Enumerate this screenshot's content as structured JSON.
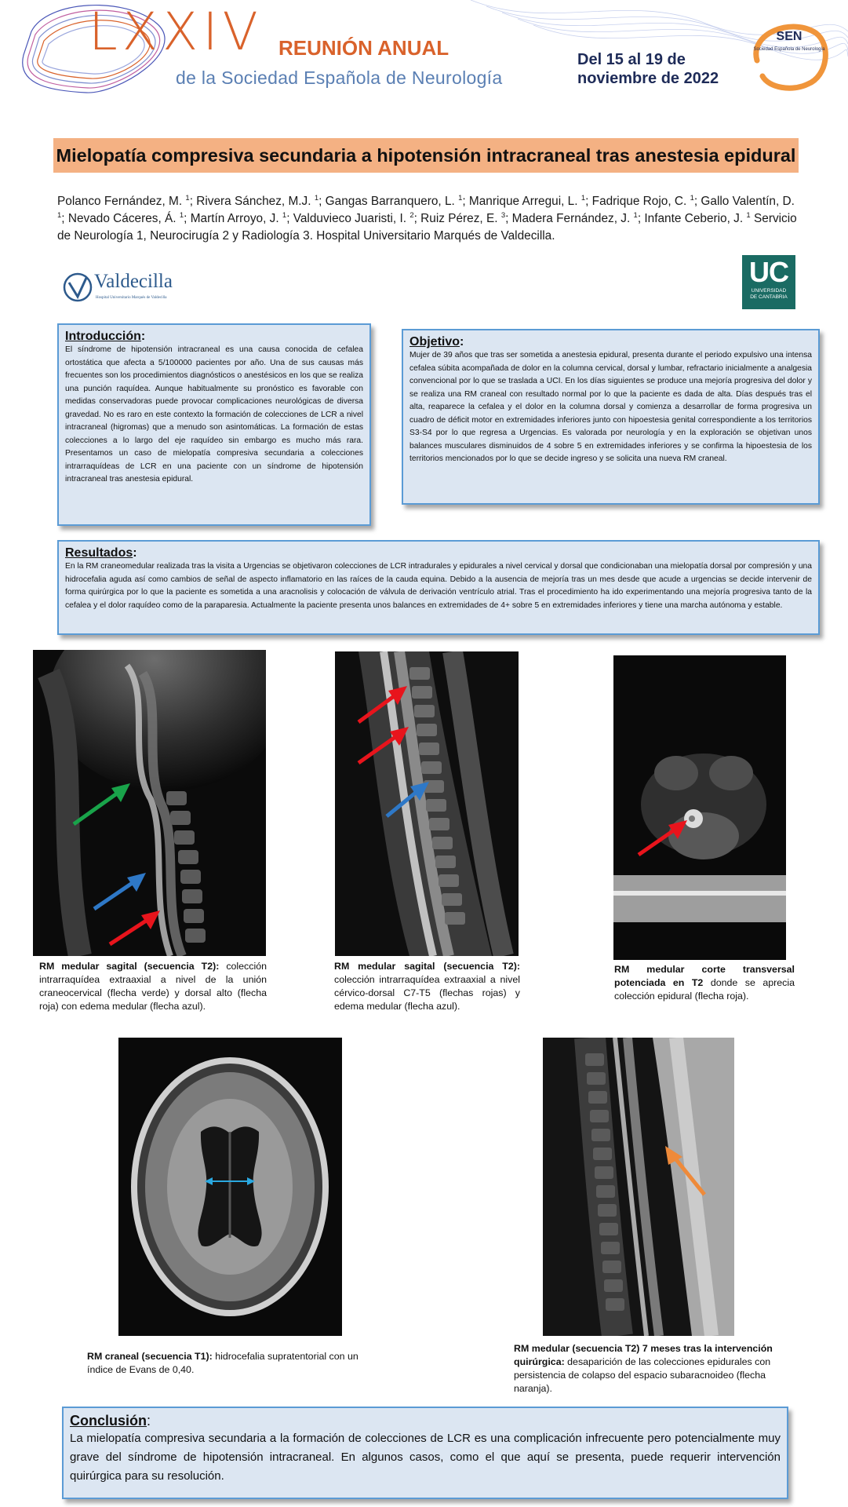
{
  "header": {
    "numeral": "LXXIV",
    "meeting": "REUNIÓN ANUAL",
    "society": "de la Sociedad Española de Neurología",
    "dates_line1": "Del 15 al 19 de",
    "dates_line2": "noviembre de 2022",
    "sen_logo_title": "SEN",
    "sen_logo_sub": "Sociedad Española de Neurología"
  },
  "title": "Mielopatía compresiva secundaria a hipotensión intracraneal tras anestesia epidural",
  "authors": {
    "list": [
      {
        "name": "Polanco Fernández, M.",
        "aff": "1"
      },
      {
        "name": "Rivera Sánchez, M.J.",
        "aff": "1"
      },
      {
        "name": "Gangas Barranquero, L.",
        "aff": "1"
      },
      {
        "name": "Manrique Arregui, L.",
        "aff": "1"
      },
      {
        "name": "Fadrique Rojo, C.",
        "aff": "1"
      },
      {
        "name": "Gallo Valentín, D.",
        "aff": "1"
      },
      {
        "name": "Nevado Cáceres, Á.",
        "aff": "1"
      },
      {
        "name": "Martín Arroyo, J.",
        "aff": "1"
      },
      {
        "name": "Valduvieco Juaristi, I.",
        "aff": "2"
      },
      {
        "name": "Ruiz Pérez, E.",
        "aff": "3"
      },
      {
        "name": "Madera Fernández, J.",
        "aff": "1"
      },
      {
        "name": "Infante Ceberio, J.",
        "aff": "1"
      }
    ],
    "affiliation_text": "Servicio de Neurología 1, Neurocirugía 2 y Radiología 3. Hospital Universitario Marqués de Valdecilla."
  },
  "logos": {
    "valdecilla_name": "Valdecilla",
    "valdecilla_sub": "Hospital Universitario Marqués de Valdecilla",
    "uc_mark": "UC",
    "uc_line1": "UNIVERSIDAD",
    "uc_line2": "DE CANTABRIA"
  },
  "intro": {
    "heading": "Introducción",
    "text": "El síndrome de hipotensión intracraneal es una causa conocida de cefalea ortostática que afecta a 5/100000 pacientes por año. Una de sus causas más frecuentes son los procedimientos diagnósticos o anestésicos en los que se realiza una punción raquídea. Aunque habitualmente su pronóstico es favorable con medidas conservadoras puede provocar complicaciones neurológicas de diversa gravedad. No es raro en este contexto la formación de colecciones de LCR a nivel intracraneal (higromas) que a menudo son asintomáticas. La formación de estas colecciones a lo largo del eje raquídeo sin embargo es mucho más rara. Presentamos un caso de mielopatía compresiva secundaria a colecciones intrarraquídeas de LCR en una paciente con un síndrome de hipotensión intracraneal tras anestesia epidural."
  },
  "objective": {
    "heading": "Objetivo",
    "text": "Mujer de 39 años que tras ser sometida a anestesia epidural, presenta durante el periodo expulsivo una intensa cefalea súbita acompañada de dolor en la columna cervical, dorsal y lumbar, refractario inicialmente a analgesia convencional por lo que se traslada a UCI. En los días siguientes se produce una mejoría progresiva del dolor y se realiza una RM craneal con resultado normal por lo que la paciente es dada de alta. Días después tras el alta, reaparece la cefalea y el dolor en la columna dorsal y comienza a desarrollar de forma progresiva un cuadro de déficit motor en extremidades inferiores junto con hipoestesia genital correspondiente a los territorios S3-S4 por lo que regresa a Urgencias. Es valorada por neurología y en la exploración se objetivan unos balances musculares disminuidos de 4 sobre 5 en extremidades inferiores y se confirma la hipoestesia de los territorios mencionados por lo que se decide ingreso y se solicita una nueva RM craneal."
  },
  "results": {
    "heading": "Resultados",
    "text": "En la RM craneomedular realizada tras la visita a Urgencias se objetivaron colecciones de LCR intradurales y epidurales a nivel cervical y dorsal que condicionaban una mielopatía dorsal por compresión y una hidrocefalia aguda así como cambios de señal de aspecto inflamatorio en las raíces de la cauda equina. Debido a la ausencia de mejoría tras un mes desde que acude a urgencias se decide intervenir de forma quirúrgica por lo que la paciente es sometida a una aracnolisis y colocación de válvula de derivación ventrículo atrial. Tras el procedimiento ha ido experimentando una mejoría progresiva tanto de la cefalea y el dolor raquídeo como de la paraparesia. Actualmente la paciente presenta unos balances en extremidades de 4+ sobre 5 en extremidades inferiores y tiene una marcha autónoma y estable."
  },
  "figures": [
    {
      "bold": "RM medular sagital (secuencia T2):",
      "text": " colección intrarraquídea extraaxial a nivel de la unión craneocervical (flecha verde) y dorsal alto (flecha roja) con edema medular (flecha azul)."
    },
    {
      "bold": "RM medular sagital (secuencia T2):",
      "text": " colección intrarraquídea extraaxial a nivel cérvico-dorsal C7-T5 (flechas rojas) y edema medular (flecha azul)."
    },
    {
      "bold": "RM medular corte transversal potenciada en T2",
      "text": " donde se aprecia colección epidural (flecha roja)."
    },
    {
      "bold": "RM craneal (secuencia T1):",
      "text": " hidrocefalia supratentorial con un índice de Evans de 0,40."
    },
    {
      "bold": "RM medular (secuencia T2) 7 meses tras la intervención quirúrgica:",
      "text": " desaparición de las colecciones epidurales con persistencia de colapso del espacio subaracnoideo (flecha naranja)."
    }
  ],
  "conclusion": {
    "heading": "Conclusión",
    "text": "La mielopatía compresiva secundaria a la formación de colecciones de LCR es una complicación infrecuente pero potencialmente muy grave del síndrome de hipotensión intracraneal.  En algunos casos, como el que aquí se presenta, puede requerir intervención quirúrgica para su resolución."
  },
  "colors": {
    "title_band": "#f4b183",
    "box_fill": "#dce6f2",
    "box_border": "#5b9bd5",
    "header_orange": "#d9622b",
    "header_blue": "#5a7fb3",
    "header_navy": "#1e2b58",
    "arrow_red": "#e8141c",
    "arrow_green": "#19a34a",
    "arrow_blue": "#2e78c7",
    "arrow_orange": "#ee8a3a",
    "arrow_cyan": "#2aa8e0"
  }
}
